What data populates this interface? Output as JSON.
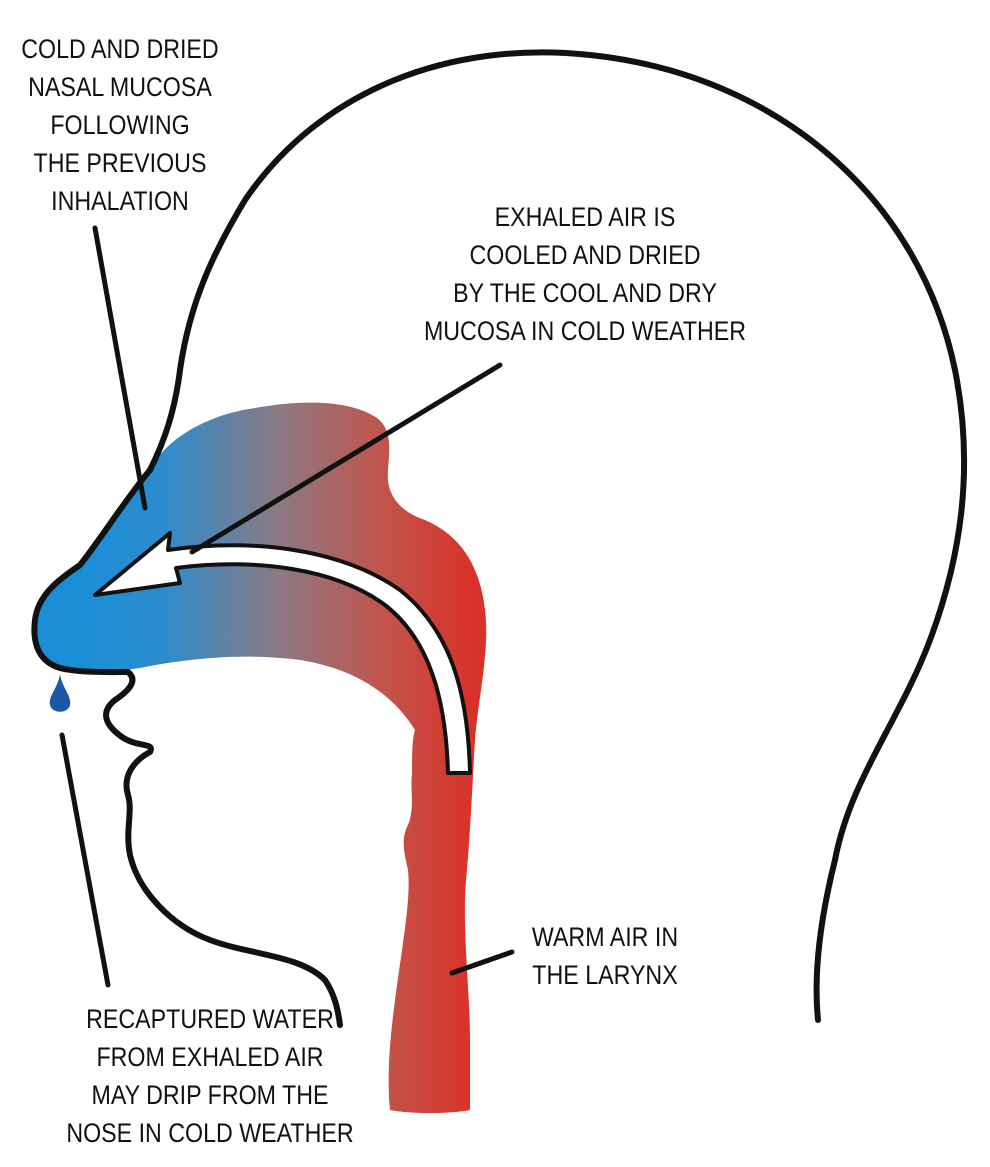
{
  "diagram": {
    "labels": {
      "nasal_mucosa": [
        "COLD AND DRIED",
        "NASAL MUCOSA",
        "FOLLOWING",
        "THE PREVIOUS",
        "INHALATION"
      ],
      "exhaled_air": [
        "EXHALED AIR IS",
        "COOLED AND DRIED",
        "BY THE COOL AND DRY",
        "MUCOSA IN COLD WEATHER"
      ],
      "larynx": [
        "WARM AIR IN",
        "THE LARYNX"
      ],
      "recaptured_water": [
        "RECAPTURED WATER",
        "FROM EXHALED AIR",
        "MAY DRIP FROM THE",
        "NOSE IN COLD WEATHER"
      ]
    },
    "colors": {
      "cold": "#1a8fd8",
      "warm": "#d8332a",
      "outline": "#111111",
      "arrow_fill": "#ffffff",
      "droplet": "#1c57a8"
    }
  }
}
